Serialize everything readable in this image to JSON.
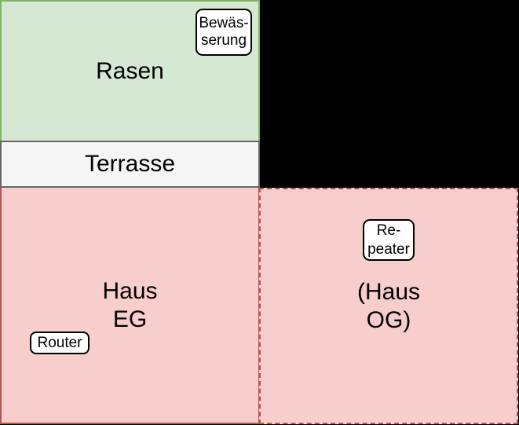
{
  "diagram": {
    "background_color": "#000000",
    "regions": {
      "rasen": {
        "label": "Rasen",
        "fill": "#d5e8d4",
        "stroke": "#82b366",
        "border_style": "solid"
      },
      "terrasse": {
        "label": "Terrasse",
        "fill": "#f5f5f5",
        "stroke": "#666666",
        "border_style": "solid"
      },
      "haus_eg": {
        "lines": [
          "Haus",
          "EG"
        ],
        "fill": "#f8cecc",
        "stroke": "#b85450",
        "border_style": "solid"
      },
      "haus_og": {
        "lines": [
          "(Haus",
          "OG)"
        ],
        "fill": "#f8cecc",
        "stroke": "#b85450",
        "border_style": "dashed"
      }
    },
    "devices": {
      "bewaesserung": {
        "lines": [
          "Bewäs-",
          "serung"
        ],
        "fill": "#ffffff",
        "stroke": "#000000"
      },
      "router": {
        "label": "Router",
        "fill": "#ffffff",
        "stroke": "#000000"
      },
      "repeater": {
        "lines": [
          "Re-",
          "peater"
        ],
        "fill": "#ffffff",
        "stroke": "#000000"
      }
    }
  }
}
